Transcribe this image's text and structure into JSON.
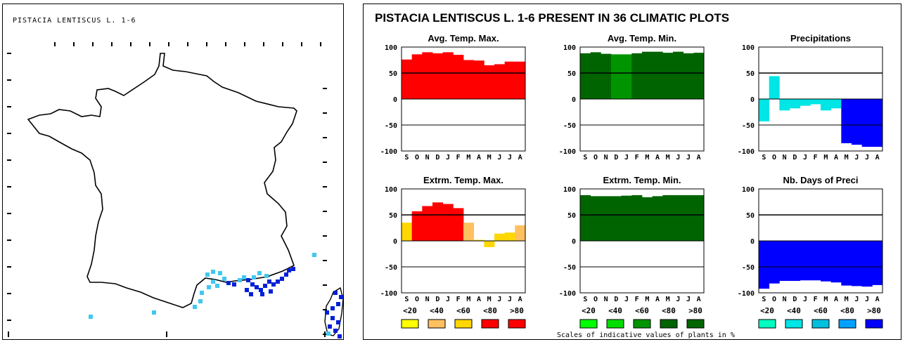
{
  "map": {
    "title": "PISTACIA LENTISCUS L. 1-6"
  },
  "main_title": "PISTACIA LENTISCUS L. 1-6 PRESENT IN 36 CLIMATIC PLOTS",
  "months": [
    "S",
    "O",
    "N",
    "D",
    "J",
    "F",
    "M",
    "A",
    "M",
    "J",
    "J",
    "A"
  ],
  "y_ticks": [
    "100",
    "50",
    "0",
    "-50",
    "-100"
  ],
  "scale_caption": "Scales of indicative values of plants in %",
  "chart_data": [
    {
      "type": "bar",
      "title": "Avg. Temp. Max.",
      "categories": [
        "S",
        "O",
        "N",
        "D",
        "J",
        "F",
        "M",
        "A",
        "M",
        "J",
        "J",
        "A"
      ],
      "values": [
        76,
        86,
        90,
        88,
        90,
        85,
        75,
        74,
        65,
        67,
        72,
        72
      ],
      "colors": [
        "#ff0000",
        "#ff0000",
        "#ff0000",
        "#ff0000",
        "#ff0000",
        "#ff0000",
        "#ff0000",
        "#ff0000",
        "#ff0000",
        "#ff0000",
        "#ff0000",
        "#ff0000"
      ],
      "ylim": [
        -100,
        100
      ]
    },
    {
      "type": "bar",
      "title": "Avg. Temp. Min.",
      "categories": [
        "S",
        "O",
        "N",
        "D",
        "J",
        "F",
        "M",
        "A",
        "M",
        "J",
        "J",
        "A"
      ],
      "values": [
        88,
        90,
        87,
        86,
        86,
        88,
        91,
        91,
        89,
        91,
        88,
        89
      ],
      "colors": [
        "#006400",
        "#006400",
        "#006400",
        "#009500",
        "#009500",
        "#006400",
        "#006400",
        "#006400",
        "#006400",
        "#006400",
        "#006400",
        "#006400"
      ],
      "ylim": [
        -100,
        100
      ]
    },
    {
      "type": "bar",
      "title": "Precipitations",
      "categories": [
        "S",
        "O",
        "N",
        "D",
        "J",
        "F",
        "M",
        "A",
        "M",
        "J",
        "J",
        "A"
      ],
      "values": [
        -43,
        44,
        -22,
        -18,
        -13,
        -10,
        -22,
        -18,
        -85,
        -88,
        -92,
        -92
      ],
      "colors": [
        "#00e5e5",
        "#00e5e5",
        "#00e5e5",
        "#00e5e5",
        "#00e5e5",
        "#00e5e5",
        "#00e5e5",
        "#00e5e5",
        "#0000ff",
        "#0000ff",
        "#0000ff",
        "#0000ff"
      ],
      "ylim": [
        -100,
        100
      ]
    },
    {
      "type": "bar",
      "title": "Extrm. Temp. Max.",
      "categories": [
        "S",
        "O",
        "N",
        "D",
        "J",
        "F",
        "M",
        "A",
        "M",
        "J",
        "J",
        "A"
      ],
      "values": [
        35,
        57,
        67,
        74,
        71,
        63,
        35,
        2,
        -12,
        14,
        16,
        30
      ],
      "colors": [
        "#ffd700",
        "#ff0000",
        "#ff0000",
        "#ff0000",
        "#ff0000",
        "#ff0000",
        "#ffc060",
        "#ffd700",
        "#ffd700",
        "#ffd700",
        "#ffd700",
        "#ffc060"
      ],
      "ylim": [
        -100,
        100
      ]
    },
    {
      "type": "bar",
      "title": "Extrm. Temp. Min.",
      "categories": [
        "S",
        "O",
        "N",
        "D",
        "J",
        "F",
        "M",
        "A",
        "M",
        "J",
        "J",
        "A"
      ],
      "values": [
        88,
        86,
        86,
        86,
        87,
        88,
        84,
        86,
        88,
        88,
        88,
        88
      ],
      "colors": [
        "#006400",
        "#006400",
        "#006400",
        "#006400",
        "#006400",
        "#006400",
        "#006400",
        "#006400",
        "#006400",
        "#006400",
        "#006400",
        "#006400"
      ],
      "ylim": [
        -100,
        100
      ]
    },
    {
      "type": "bar",
      "title": "Nb. Days of Preci",
      "categories": [
        "S",
        "O",
        "N",
        "D",
        "J",
        "F",
        "M",
        "A",
        "M",
        "J",
        "J",
        "A"
      ],
      "values": [
        -92,
        -82,
        -77,
        -77,
        -76,
        -76,
        -78,
        -80,
        -86,
        -87,
        -88,
        -85
      ],
      "colors": [
        "#0000ff",
        "#0000ff",
        "#0000ff",
        "#0000ff",
        "#0000ff",
        "#0000ff",
        "#0000ff",
        "#0000ff",
        "#0000ff",
        "#0000ff",
        "#0000ff",
        "#0000ff"
      ],
      "ylim": [
        -100,
        100
      ]
    }
  ],
  "scale_labels": [
    "<20",
    "<40",
    "<60",
    "<80",
    ">80"
  ],
  "scales": [
    [
      "#ffff00",
      "#ffc060",
      "#ffd700",
      "#ff0000",
      "#ff0000"
    ],
    [
      "#00ff00",
      "#00dd00",
      "#009500",
      "#006400",
      "#006400"
    ],
    [
      "#00ffc0",
      "#00e5e5",
      "#00c0e0",
      "#00a0ff",
      "#0000ff"
    ]
  ]
}
